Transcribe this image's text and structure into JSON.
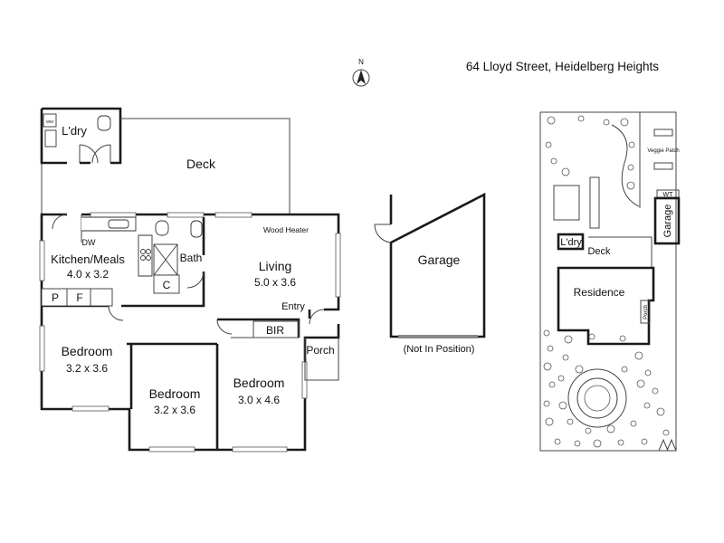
{
  "address": "64 Lloyd Street, Heidelberg Heights",
  "north_label": "N",
  "rooms": {
    "laundry": "L'dry",
    "laundry_wm": "WM",
    "deck": "Deck",
    "kitchen_name": "Kitchen/Meals",
    "kitchen_size": "4.0 x 3.2",
    "dw": "DW",
    "bath": "Bath",
    "c": "C",
    "p": "P",
    "f": "F",
    "living_name": "Living",
    "living_size": "5.0 x 3.6",
    "wood_heater": "Wood Heater",
    "entry": "Entry",
    "bir": "BIR",
    "porch": "Porch",
    "bed1_name": "Bedroom",
    "bed1_size": "3.2 x 3.6",
    "bed2_name": "Bedroom",
    "bed2_size": "3.2 x 3.6",
    "bed3_name": "Bedroom",
    "bed3_size": "3.0 x 4.6"
  },
  "garage": {
    "label": "Garage",
    "note": "(Not In Position)"
  },
  "site": {
    "veggie_patch": "Veggie Patch",
    "wt": "WT",
    "garage": "Garage",
    "laundry": "L'dry",
    "deck": "Deck",
    "residence": "Residence",
    "porch": "Porch"
  }
}
